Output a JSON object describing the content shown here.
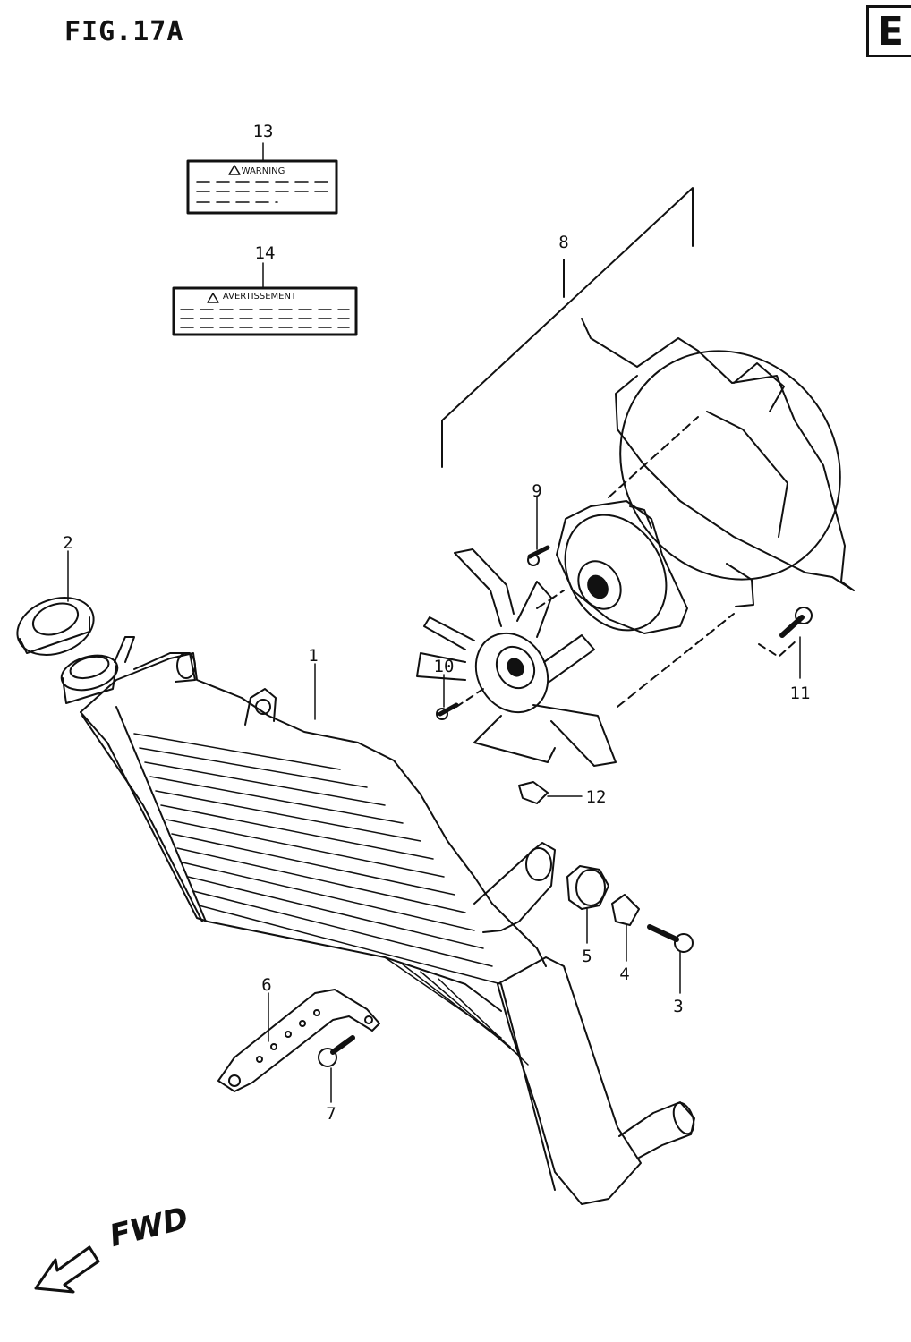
{
  "title": "FIG.17A",
  "section": "E",
  "direction_label": "FWD",
  "labels": {
    "warning": "WARNING",
    "avertissement": "AVERTISSEMENT"
  },
  "callouts": [
    {
      "id": "1",
      "text": "1"
    },
    {
      "id": "2",
      "text": "2"
    },
    {
      "id": "3",
      "text": "3"
    },
    {
      "id": "4",
      "text": "4"
    },
    {
      "id": "5",
      "text": "5"
    },
    {
      "id": "6",
      "text": "6"
    },
    {
      "id": "7",
      "text": "7"
    },
    {
      "id": "8",
      "text": "8"
    },
    {
      "id": "9",
      "text": "9"
    },
    {
      "id": "10",
      "text": "10"
    },
    {
      "id": "11",
      "text": "11"
    },
    {
      "id": "12",
      "text": "12"
    },
    {
      "id": "13",
      "text": "13"
    },
    {
      "id": "14",
      "text": "14"
    }
  ]
}
